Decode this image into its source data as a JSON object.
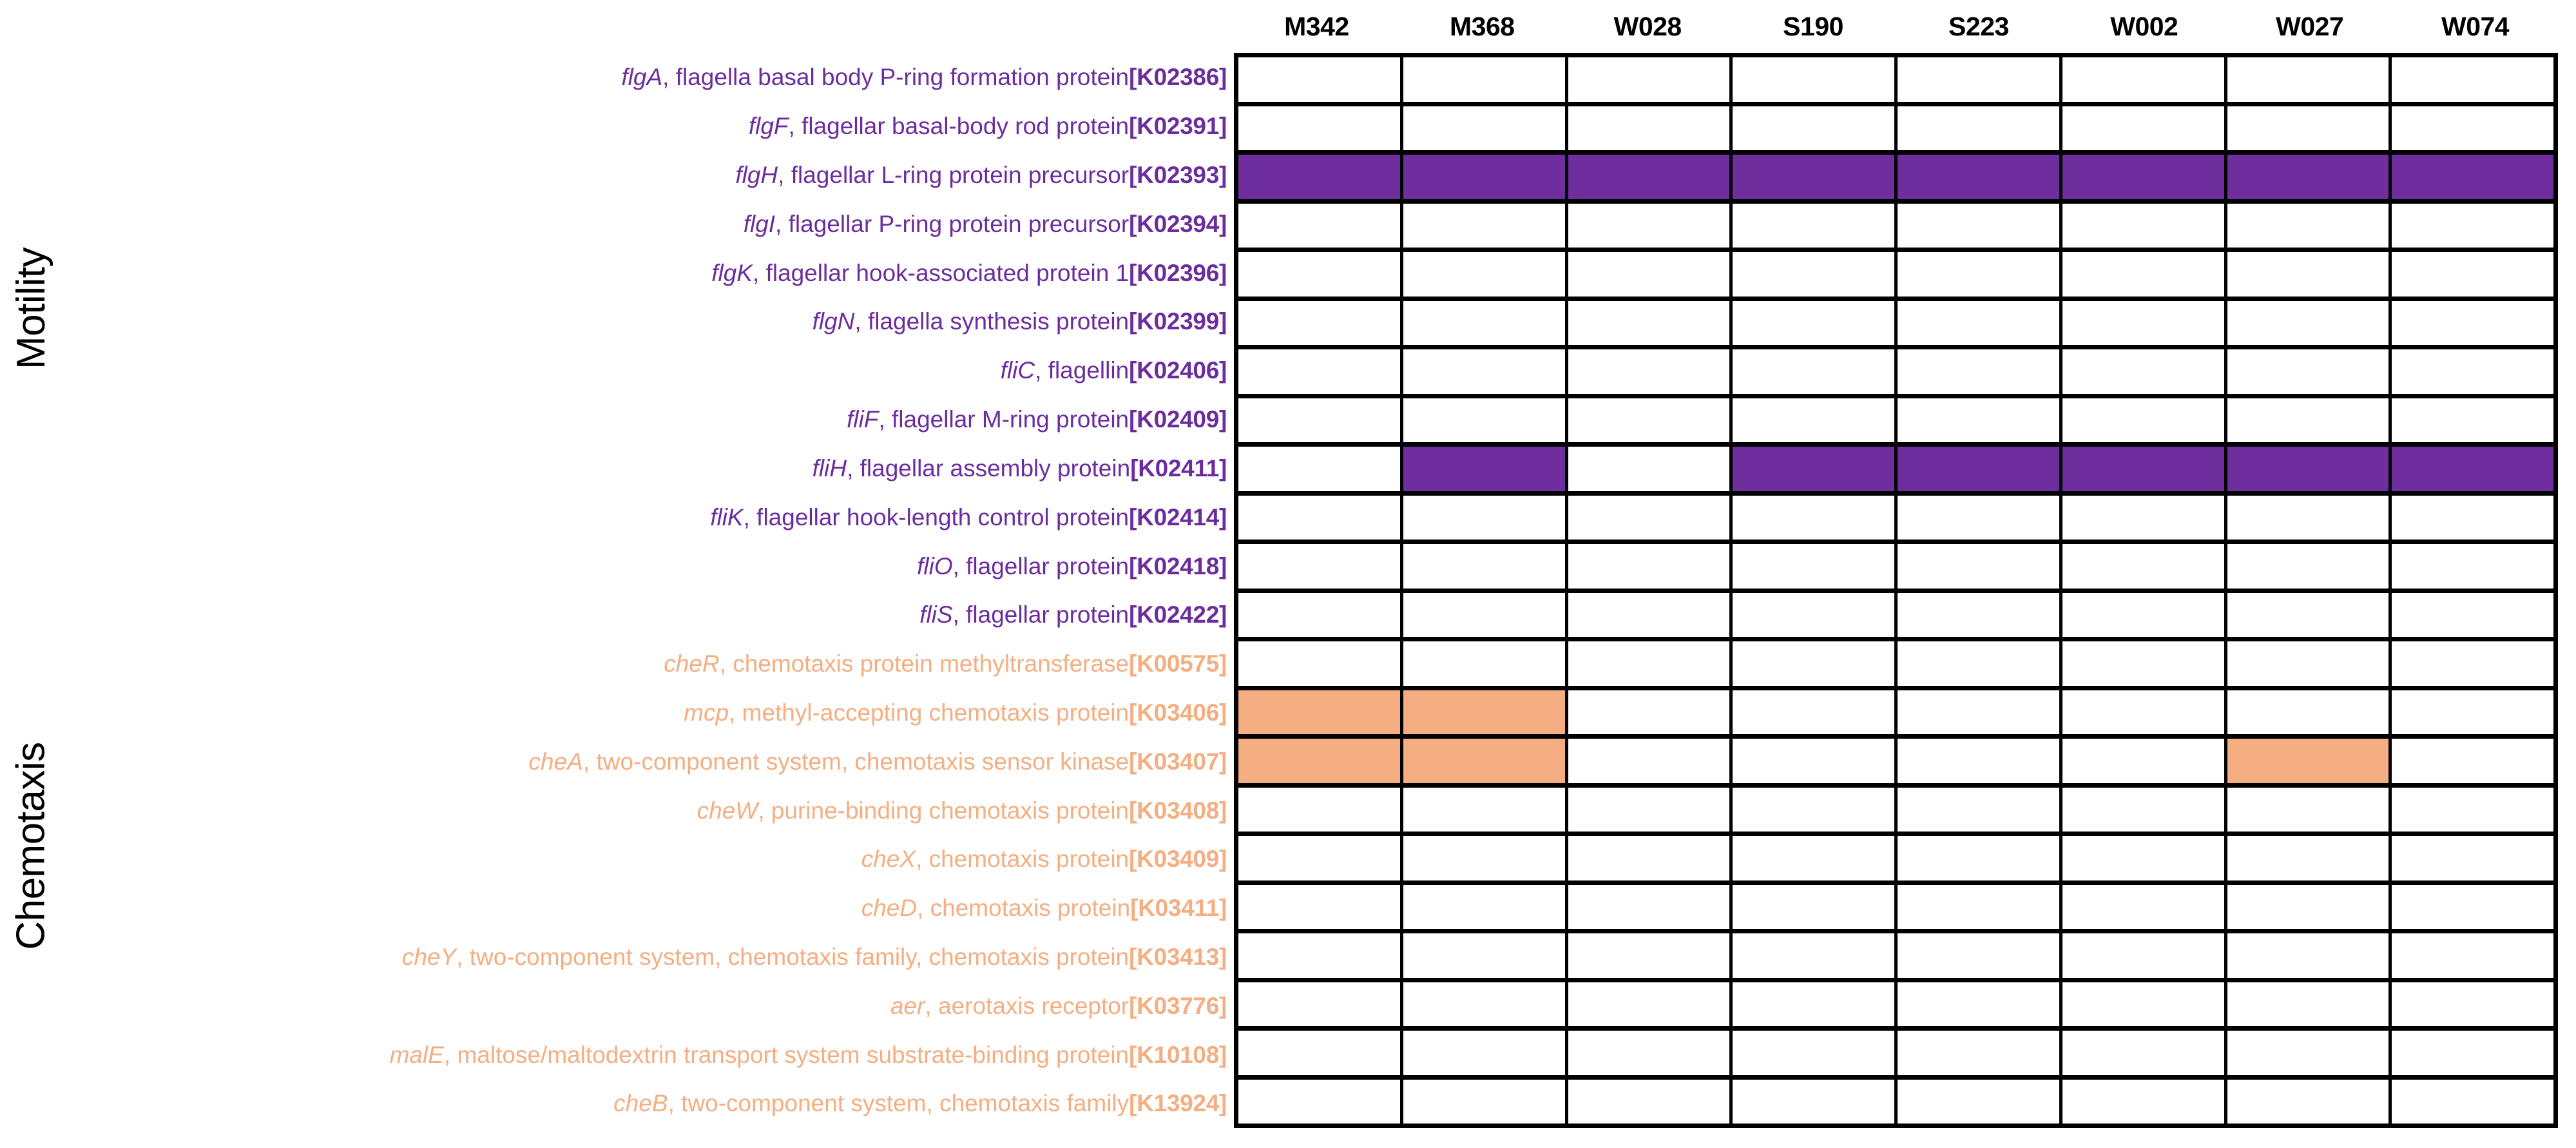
{
  "chart_data": {
    "type": "heatmap",
    "title": "",
    "xlabel": "",
    "ylabel": "",
    "grid": true,
    "legend": null,
    "columns": [
      "M342",
      "M368",
      "W028",
      "S190",
      "S223",
      "W002",
      "W027",
      "W074"
    ],
    "groups": [
      {
        "name": "Motility",
        "color": "#6B2D9E",
        "fill_color": "#6F2E9E",
        "row_start": 0,
        "row_count": 12
      },
      {
        "name": "Chemotaxis",
        "color": "#F4AE81",
        "fill_color": "#F4AE81",
        "row_start": 12,
        "row_count": 11
      }
    ],
    "rows": [
      {
        "group": "Motility",
        "gene": "flgA",
        "desc": ", flagella basal body P-ring formation protein",
        "ko": "[K02386]",
        "values": [
          0,
          0,
          0,
          0,
          0,
          0,
          0,
          0
        ]
      },
      {
        "group": "Motility",
        "gene": "flgF",
        "desc": ", flagellar basal-body rod protein",
        "ko": "[K02391]",
        "values": [
          0,
          0,
          0,
          0,
          0,
          0,
          0,
          0
        ]
      },
      {
        "group": "Motility",
        "gene": "flgH",
        "desc": ", flagellar L-ring protein precursor",
        "ko": "[K02393]",
        "values": [
          1,
          1,
          1,
          1,
          1,
          1,
          1,
          1
        ]
      },
      {
        "group": "Motility",
        "gene": "flgI",
        "desc": ", flagellar P-ring protein precursor",
        "ko": "[K02394]",
        "values": [
          0,
          0,
          0,
          0,
          0,
          0,
          0,
          0
        ]
      },
      {
        "group": "Motility",
        "gene": "flgK",
        "desc": ", flagellar hook-associated protein 1",
        "ko": "[K02396]",
        "values": [
          0,
          0,
          0,
          0,
          0,
          0,
          0,
          0
        ]
      },
      {
        "group": "Motility",
        "gene": "flgN",
        "desc": ", flagella synthesis protein",
        "ko": "[K02399]",
        "values": [
          0,
          0,
          0,
          0,
          0,
          0,
          0,
          0
        ]
      },
      {
        "group": "Motility",
        "gene": "fliC",
        "desc": ", flagellin",
        "ko": "[K02406]",
        "values": [
          0,
          0,
          0,
          0,
          0,
          0,
          0,
          0
        ]
      },
      {
        "group": "Motility",
        "gene": "fliF",
        "desc": ", flagellar M-ring protein",
        "ko": "[K02409]",
        "values": [
          0,
          0,
          0,
          0,
          0,
          0,
          0,
          0
        ]
      },
      {
        "group": "Motility",
        "gene": "fliH",
        "desc": ", flagellar assembly protein",
        "ko": "[K02411]",
        "values": [
          0,
          1,
          0,
          1,
          1,
          1,
          1,
          1
        ]
      },
      {
        "group": "Motility",
        "gene": "fliK",
        "desc": ", flagellar hook-length control protein",
        "ko": "[K02414]",
        "values": [
          0,
          0,
          0,
          0,
          0,
          0,
          0,
          0
        ]
      },
      {
        "group": "Motility",
        "gene": "fliO",
        "desc": ", flagellar protein",
        "ko": "[K02418]",
        "values": [
          0,
          0,
          0,
          0,
          0,
          0,
          0,
          0
        ]
      },
      {
        "group": "Motility",
        "gene": "fliS",
        "desc": ", flagellar protein",
        "ko": "[K02422]",
        "values": [
          0,
          0,
          0,
          0,
          0,
          0,
          0,
          0
        ]
      },
      {
        "group": "Chemotaxis",
        "gene": "cheR",
        "desc": ", chemotaxis protein methyltransferase",
        "ko": "[K00575]",
        "values": [
          0,
          0,
          0,
          0,
          0,
          0,
          0,
          0
        ]
      },
      {
        "group": "Chemotaxis",
        "gene": "mcp",
        "desc": ", methyl-accepting chemotaxis protein",
        "ko": "[K03406]",
        "values": [
          1,
          1,
          0,
          0,
          0,
          0,
          0,
          0
        ]
      },
      {
        "group": "Chemotaxis",
        "gene": "cheA",
        "desc": ", two-component system, chemotaxis sensor kinase",
        "ko": "[K03407]",
        "values": [
          1,
          1,
          0,
          0,
          0,
          0,
          1,
          0
        ]
      },
      {
        "group": "Chemotaxis",
        "gene": "cheW",
        "desc": ", purine-binding chemotaxis protein",
        "ko": "[K03408]",
        "values": [
          0,
          0,
          0,
          0,
          0,
          0,
          0,
          0
        ]
      },
      {
        "group": "Chemotaxis",
        "gene": "cheX",
        "desc": ", chemotaxis protein",
        "ko": "[K03409]",
        "values": [
          0,
          0,
          0,
          0,
          0,
          0,
          0,
          0
        ]
      },
      {
        "group": "Chemotaxis",
        "gene": "cheD",
        "desc": ", chemotaxis protein",
        "ko": "[K03411]",
        "values": [
          0,
          0,
          0,
          0,
          0,
          0,
          0,
          0
        ]
      },
      {
        "group": "Chemotaxis",
        "gene": "cheY",
        "desc": ", two-component system, chemotaxis family, chemotaxis protein",
        "ko": "[K03413]",
        "values": [
          0,
          0,
          0,
          0,
          0,
          0,
          0,
          0
        ]
      },
      {
        "group": "Chemotaxis",
        "gene": "aer",
        "desc": ", aerotaxis receptor",
        "ko": "[K03776]",
        "values": [
          0,
          0,
          0,
          0,
          0,
          0,
          0,
          0
        ]
      },
      {
        "group": "Chemotaxis",
        "gene": "malE",
        "desc": ", maltose/maltodextrin transport system substrate-binding protein",
        "ko": "[K10108]",
        "values": [
          0,
          0,
          0,
          0,
          0,
          0,
          0,
          0
        ]
      },
      {
        "group": "Chemotaxis",
        "gene": "cheB",
        "desc": ", two-component system, chemotaxis family",
        "ko": "[K13924]",
        "values": [
          0,
          0,
          0,
          0,
          0,
          0,
          0,
          0
        ]
      }
    ]
  },
  "colors": {
    "motility_text": "#6B2D9E",
    "motility_fill": "#6F2E9E",
    "chemotaxis_text": "#F4AE81",
    "chemotaxis_fill": "#F4AE81",
    "grid_line": "#000000",
    "background": "#ffffff"
  },
  "axis": {
    "group_labels": [
      "Motility",
      "Chemotaxis"
    ]
  }
}
